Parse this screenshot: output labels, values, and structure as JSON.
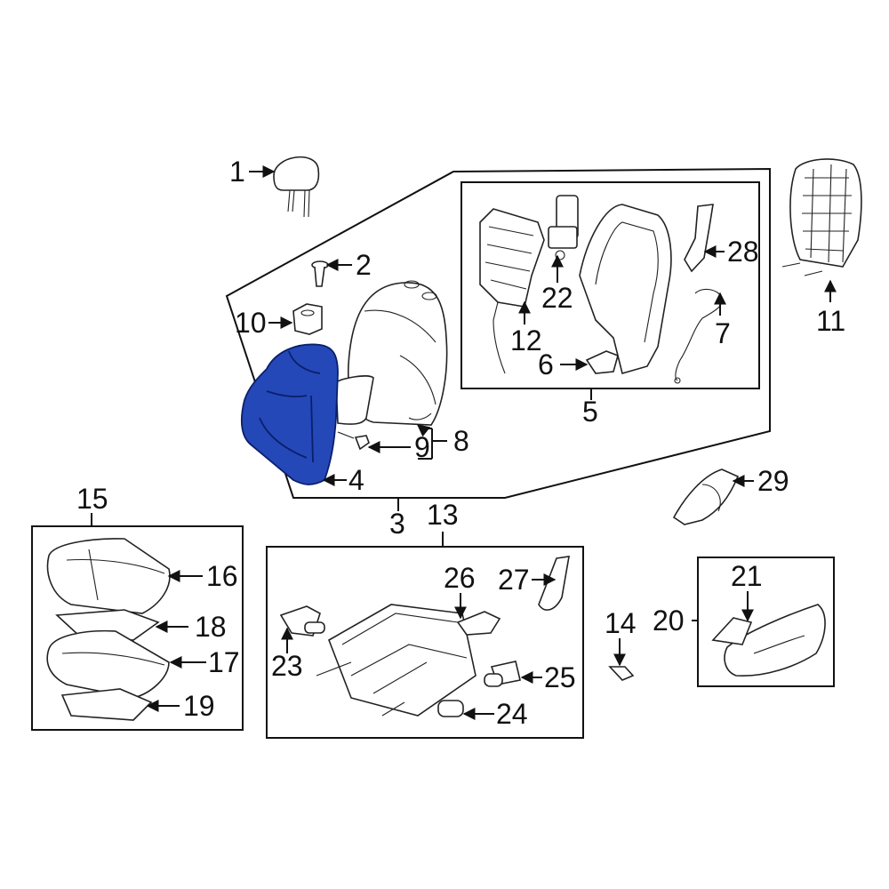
{
  "highlight_color": "#2448b8",
  "labels": {
    "l1": "1",
    "l2": "2",
    "l3": "3",
    "l4": "4",
    "l5": "5",
    "l6": "6",
    "l7": "7",
    "l8": "8",
    "l9": "9",
    "l10": "10",
    "l11": "11",
    "l12": "12",
    "l13": "13",
    "l14": "14",
    "l15": "15",
    "l16": "16",
    "l17": "17",
    "l18": "18",
    "l19": "19",
    "l20": "20",
    "l21": "21",
    "l22": "22",
    "l23": "23",
    "l24": "24",
    "l25": "25",
    "l26": "26",
    "l27": "27",
    "l28": "28",
    "l29": "29"
  }
}
